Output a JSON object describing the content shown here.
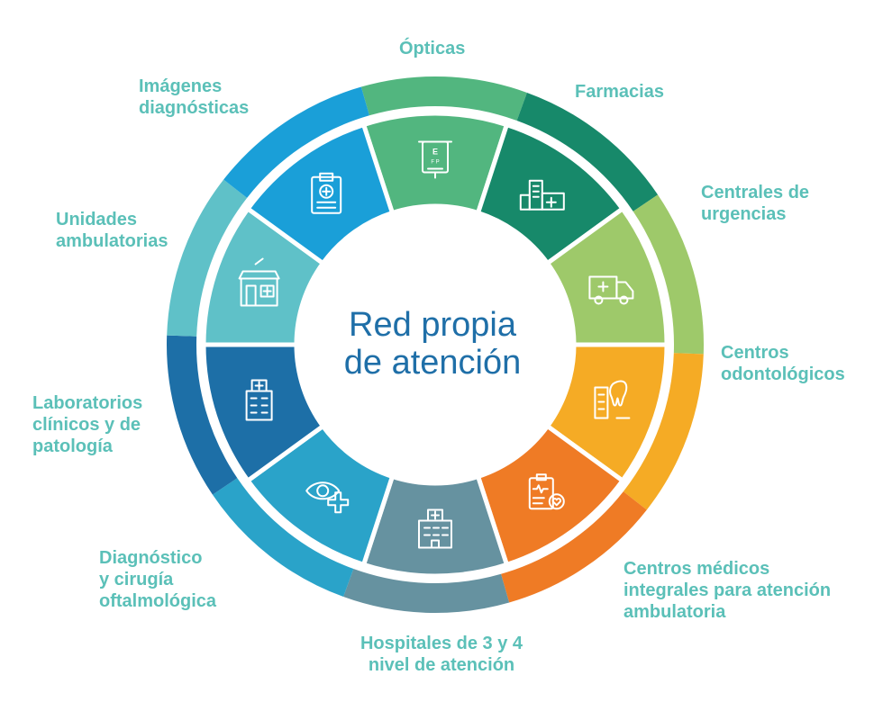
{
  "center_title": {
    "line1": "Red propia",
    "line2": "de atención"
  },
  "segments": [
    {
      "id": "opticas",
      "lines": [
        "Ópticas"
      ],
      "color": "#52b67f",
      "icon": "eye-chart-icon"
    },
    {
      "id": "farmacias",
      "lines": [
        "Farmacias"
      ],
      "color": "#17896a",
      "icon": "pharmacy-building-icon"
    },
    {
      "id": "urgencias",
      "lines": [
        "Centrales de",
        "urgencias"
      ],
      "color": "#9ec96a",
      "icon": "ambulance-icon"
    },
    {
      "id": "odontologicos",
      "lines": [
        "Centros",
        "odontológicos"
      ],
      "color": "#f5ab25",
      "icon": "dental-building-icon"
    },
    {
      "id": "centros-medicos",
      "lines": [
        "Centros médicos",
        "integrales para atención",
        "ambulatoria"
      ],
      "color": "#ef7b25",
      "icon": "medical-clipboard-icon"
    },
    {
      "id": "hospitales",
      "lines": [
        "Hospitales de 3 y 4",
        "nivel de atención"
      ],
      "color": "#6692a0",
      "icon": "hospital-icon"
    },
    {
      "id": "oftalmologia",
      "lines": [
        "Diagnóstico",
        "y cirugía",
        "oftalmológica"
      ],
      "color": "#2aa3c9",
      "icon": "eye-plus-icon"
    },
    {
      "id": "laboratorios",
      "lines": [
        "Laboratorios",
        "clínicos y de",
        "patología"
      ],
      "color": "#1d6fa7",
      "icon": "laboratory-building-icon"
    },
    {
      "id": "ambulatorias",
      "lines": [
        "Unidades",
        "ambulatorias"
      ],
      "color": "#5fc1c8",
      "icon": "clinic-store-icon"
    },
    {
      "id": "imagenes",
      "lines": [
        "Imágenes",
        "diagnósticas"
      ],
      "color": "#1a9fd8",
      "icon": "diagnostic-clipboard-icon"
    }
  ]
}
